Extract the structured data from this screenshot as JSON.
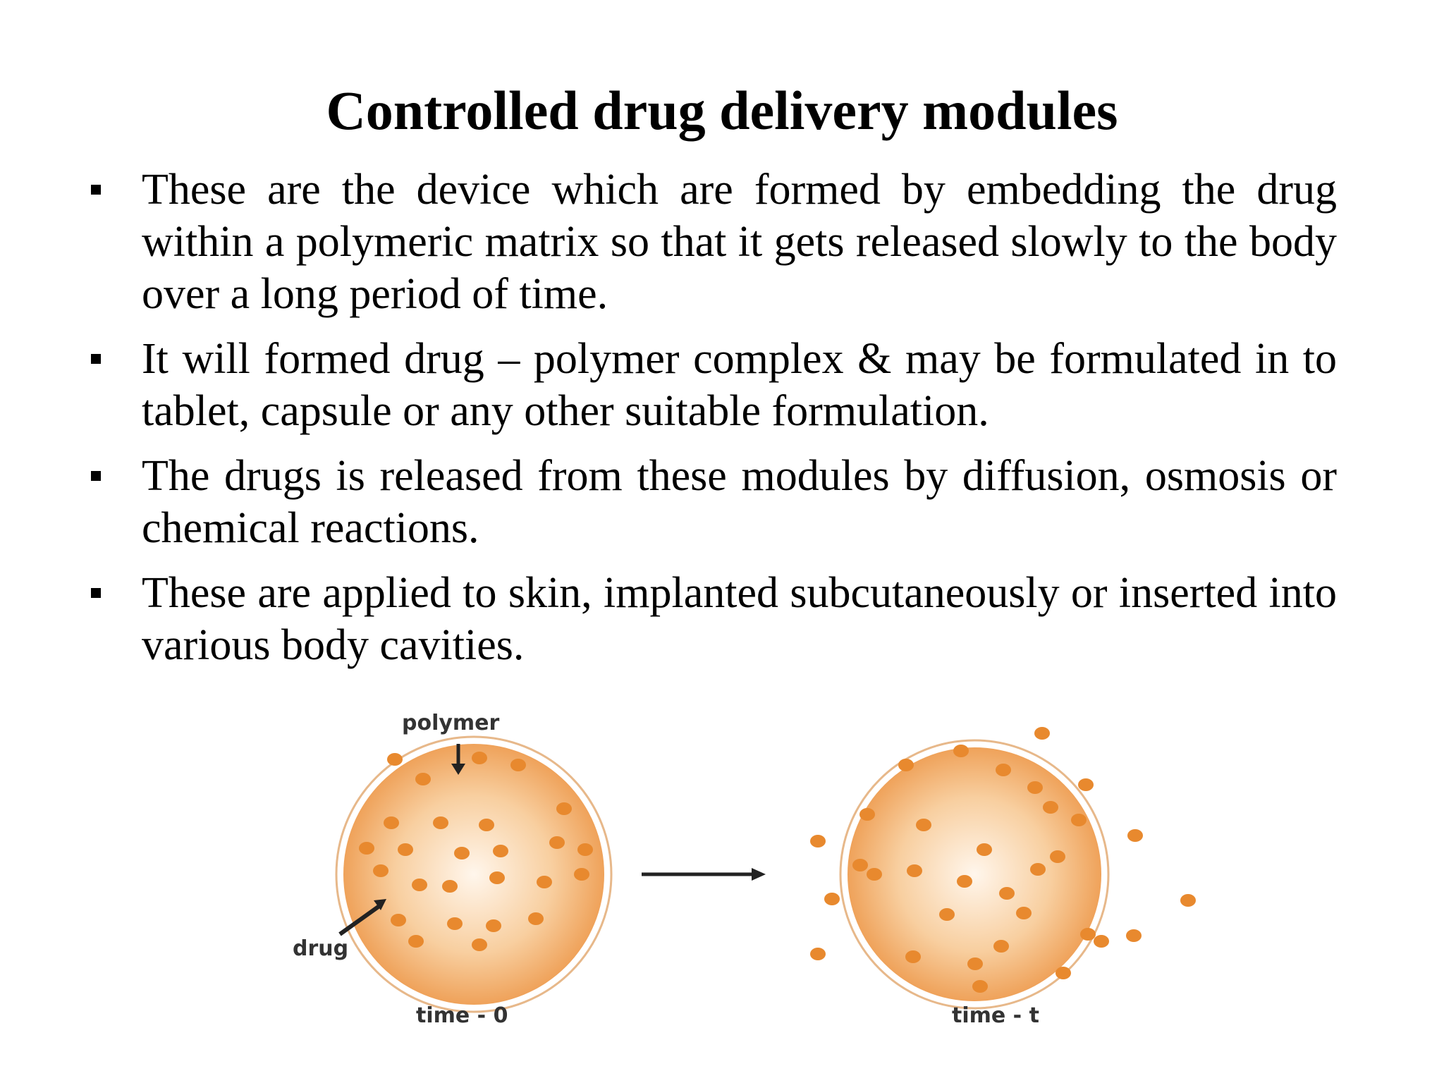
{
  "title": "Controlled drug delivery modules",
  "bullets": [
    "These are the device which are formed by embedding the drug within a polymeric matrix so that it gets released slowly to the body over a long period of time.",
    "It will formed drug – polymer complex & may be formulated in to tablet, capsule or any other suitable formulation.",
    "The drugs is released from these modules by diffusion, osmosis or chemical reactions.",
    "These are applied to skin, implanted  subcutaneously or inserted into various body cavities."
  ],
  "diagram": {
    "label_polymer": "polymer",
    "label_drug": "drug",
    "label_time0": "time - 0",
    "label_timet": "time - t",
    "colors": {
      "drug_dot": "#E8892E",
      "sphere_edge": "#F0A860",
      "sphere_center": "#FFF3E6",
      "arrow": "#222222"
    }
  }
}
